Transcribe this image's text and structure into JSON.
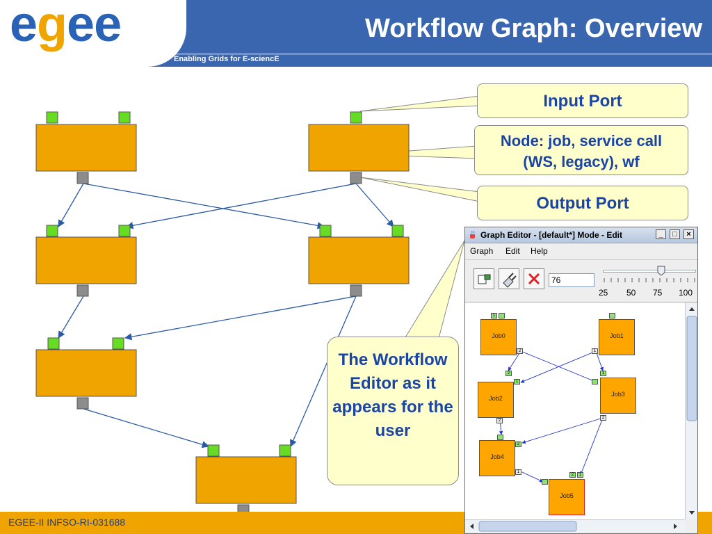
{
  "header": {
    "logo_text": "egee",
    "subtitle": "Enabling Grids for E-sciencE",
    "title": "Workflow Graph: Overview"
  },
  "footer": {
    "text": "EGEE-II INFSO-RI-031688"
  },
  "callouts": {
    "input_port": "Input Port",
    "node_line1": "Node: job, service call",
    "node_line2": "(WS, legacy), wf",
    "output_port": "Output Port",
    "editor_note": "The Workflow Editor as it appears for the user"
  },
  "graph_editor": {
    "title": "Graph Editor - [default*]  Mode - Edit",
    "menu": {
      "graph": "Graph",
      "edit": "Edit",
      "help": "Help"
    },
    "zoom_value": "76",
    "zoom_ticks": [
      "25",
      "50",
      "75",
      "100"
    ],
    "zoom_level": 76,
    "jobs": {
      "job0": "Job0",
      "job1": "Job1",
      "job2": "Job2",
      "job3": "Job3",
      "job4": "Job4",
      "job5": "Job5"
    },
    "port_numbers": {
      "one": "1",
      "two": "2"
    }
  },
  "colors": {
    "header_blue": "#3a66b0",
    "node_orange": "#f0a400",
    "input_port_green": "#66dd22",
    "output_port_grey": "#8c8c8c",
    "edge_blue": "#2a5aa5",
    "callout_fill": "#ffffcc",
    "callout_text": "#1a44a6"
  }
}
